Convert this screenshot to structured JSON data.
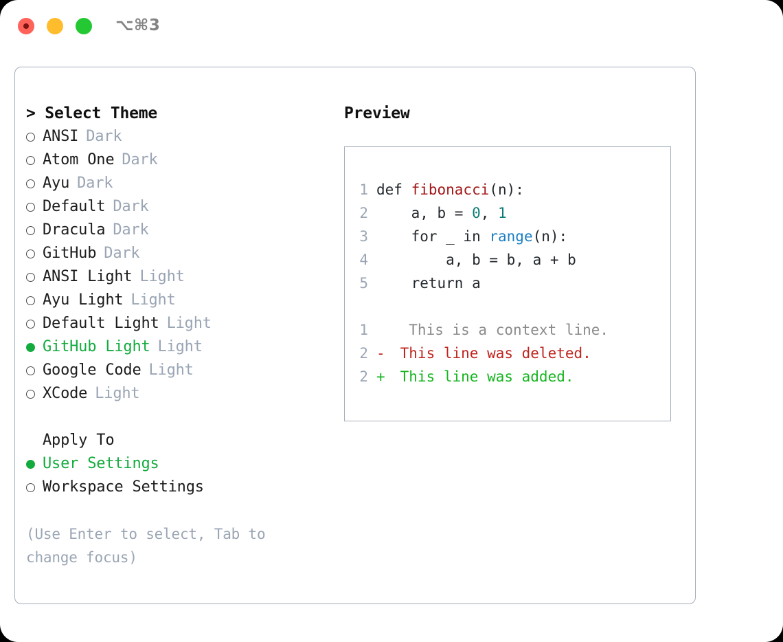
{
  "window": {
    "shortcut": "⌥⌘3",
    "controls": [
      {
        "name": "close",
        "color": "#ff6259"
      },
      {
        "name": "minimize",
        "color": "#ffbd2e"
      },
      {
        "name": "maximize",
        "color": "#23c833"
      }
    ]
  },
  "theme_panel": {
    "title": "> Select Theme",
    "items": [
      {
        "label": "ANSI",
        "tag": "Dark",
        "selected": false
      },
      {
        "label": "Atom One",
        "tag": "Dark",
        "selected": false
      },
      {
        "label": "Ayu",
        "tag": "Dark",
        "selected": false
      },
      {
        "label": "Default",
        "tag": "Dark",
        "selected": false
      },
      {
        "label": "Dracula",
        "tag": "Dark",
        "selected": false
      },
      {
        "label": "GitHub",
        "tag": "Dark",
        "selected": false
      },
      {
        "label": "ANSI Light",
        "tag": "Light",
        "selected": false
      },
      {
        "label": "Ayu Light",
        "tag": "Light",
        "selected": false
      },
      {
        "label": "Default Light",
        "tag": "Light",
        "selected": false
      },
      {
        "label": "GitHub Light",
        "tag": "Light",
        "selected": true
      },
      {
        "label": "Google Code",
        "tag": "Light",
        "selected": false
      },
      {
        "label": "XCode",
        "tag": "Light",
        "selected": false
      }
    ]
  },
  "apply_to": {
    "title": "Apply To",
    "options": [
      {
        "label": "User Settings",
        "selected": true
      },
      {
        "label": "Workspace Settings",
        "selected": false
      }
    ]
  },
  "hint": "(Use Enter to select, Tab to change focus)",
  "preview": {
    "title": "Preview",
    "code_lines": [
      {
        "no": "1",
        "tokens": [
          {
            "text": "def ",
            "type": "plain"
          },
          {
            "text": "fibonacci",
            "type": "fn"
          },
          {
            "text": "(n):",
            "type": "plain"
          }
        ]
      },
      {
        "no": "2",
        "tokens": [
          {
            "text": "    a, b = ",
            "type": "plain"
          },
          {
            "text": "0",
            "type": "num"
          },
          {
            "text": ", ",
            "type": "plain"
          },
          {
            "text": "1",
            "type": "num"
          }
        ]
      },
      {
        "no": "3",
        "tokens": [
          {
            "text": "    for _ in ",
            "type": "plain"
          },
          {
            "text": "range",
            "type": "call"
          },
          {
            "text": "(n):",
            "type": "plain"
          }
        ]
      },
      {
        "no": "4",
        "tokens": [
          {
            "text": "        a, b = b, a + b",
            "type": "plain"
          }
        ]
      },
      {
        "no": "5",
        "tokens": [
          {
            "text": "    return a",
            "type": "plain"
          }
        ]
      }
    ],
    "diff_lines": [
      {
        "no": "1",
        "marker": " ",
        "text": "  This is a context line.",
        "type": "ctx"
      },
      {
        "no": "2",
        "marker": "-",
        "text": " This line was deleted.",
        "type": "del"
      },
      {
        "no": "2",
        "marker": "+",
        "text": " This line was added.",
        "type": "add"
      }
    ]
  },
  "colors": {
    "accent_green": "#13ab3e",
    "muted": "#9aa5b4",
    "border": "#a3aebb",
    "fn_red": "#a31515",
    "num_teal": "#0b7d77",
    "call_blue": "#1b7fc4",
    "diff_del": "#c0241d",
    "diff_add": "#15b51f"
  }
}
